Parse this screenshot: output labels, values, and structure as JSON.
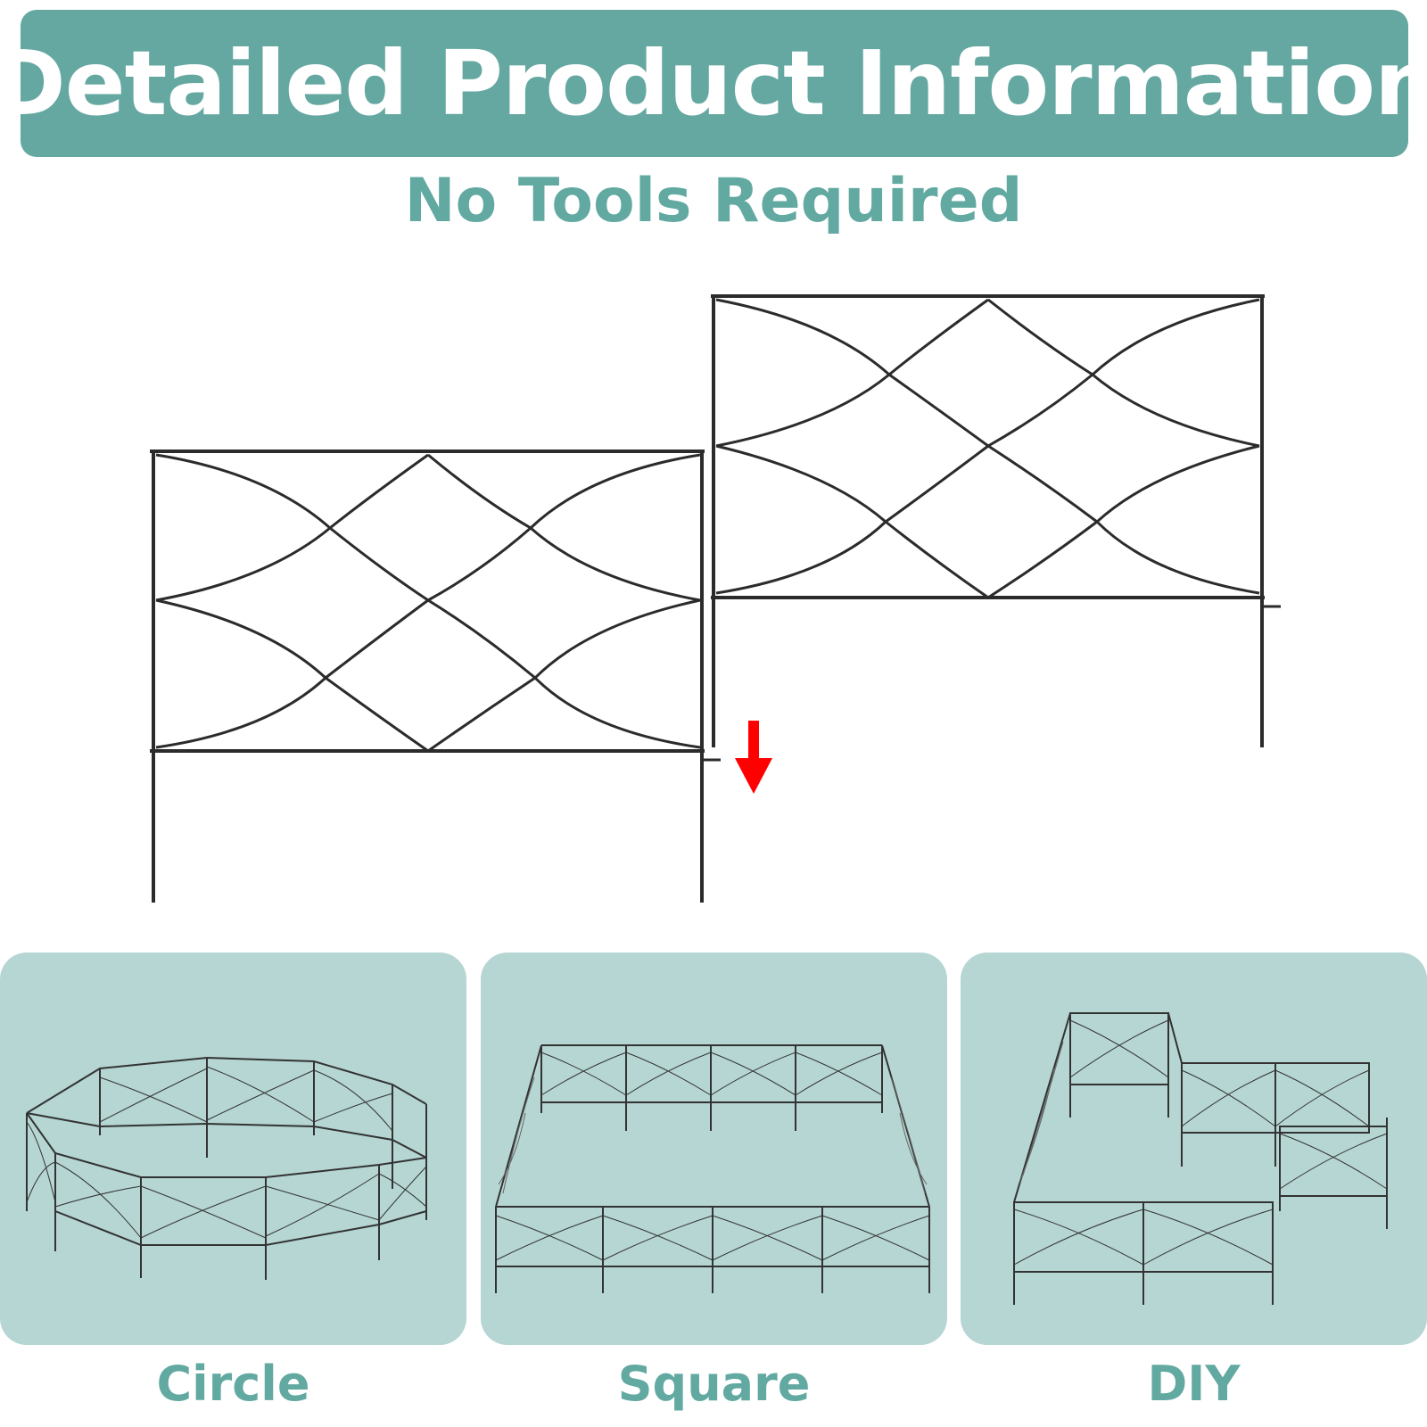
{
  "header": {
    "title": "Detailed Product Information"
  },
  "subtitle": "No Tools Required",
  "colors": {
    "teal": "#65a8a1",
    "card_bg": "#b5d6d3",
    "arrow": "#ff0000",
    "fence": "#2a2a2a"
  },
  "hero": {
    "panels": 2,
    "arrow_icon": "arrow-down-icon"
  },
  "layouts": [
    {
      "label": "Circle"
    },
    {
      "label": "Square"
    },
    {
      "label": "DIY"
    }
  ]
}
